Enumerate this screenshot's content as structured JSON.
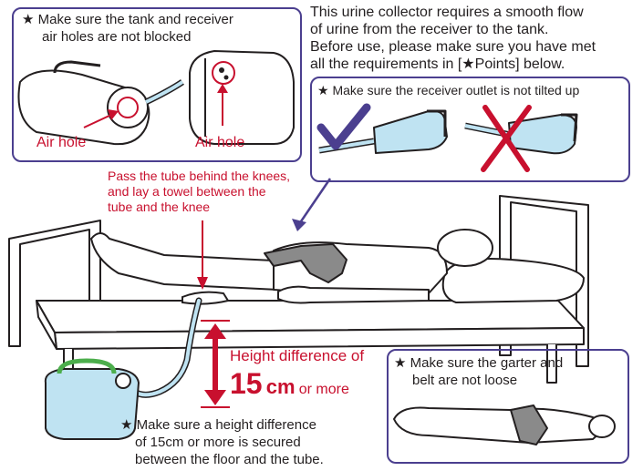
{
  "intro": {
    "line1": "This urine collector requires a smooth flow",
    "line2": "of urine from the receiver to the tank.",
    "line3": "Before use, please make sure you have met",
    "line4": "all the requirements in [★Points] below."
  },
  "air_holes_box": {
    "line1": "★ Make sure the tank and receiver",
    "line2": "air holes are not blocked",
    "label_left": "Air hole",
    "label_right": "Air hole"
  },
  "outlet_box": {
    "text": "★ Make sure the receiver outlet is not tilted up"
  },
  "tube_instruction": {
    "line1": "Pass the tube behind the knees,",
    "line2": "and lay a towel between the",
    "line3": "tube and the knee"
  },
  "height": {
    "line1": "Height difference of",
    "value": "15",
    "unit": "cm",
    "suffix": "or more"
  },
  "floor_note": {
    "line1": "★ Make sure a height difference",
    "line2": "of 15cm or more is secured",
    "line3": "between the floor and the tube."
  },
  "garter_box": {
    "line1": "★ Make sure the garter and",
    "line2": "belt are not loose"
  },
  "colors": {
    "frame": "#4b3f8f",
    "accent_red": "#c8102e",
    "tube_blue": "#bfe3f2",
    "check": "#4b3f8f"
  }
}
